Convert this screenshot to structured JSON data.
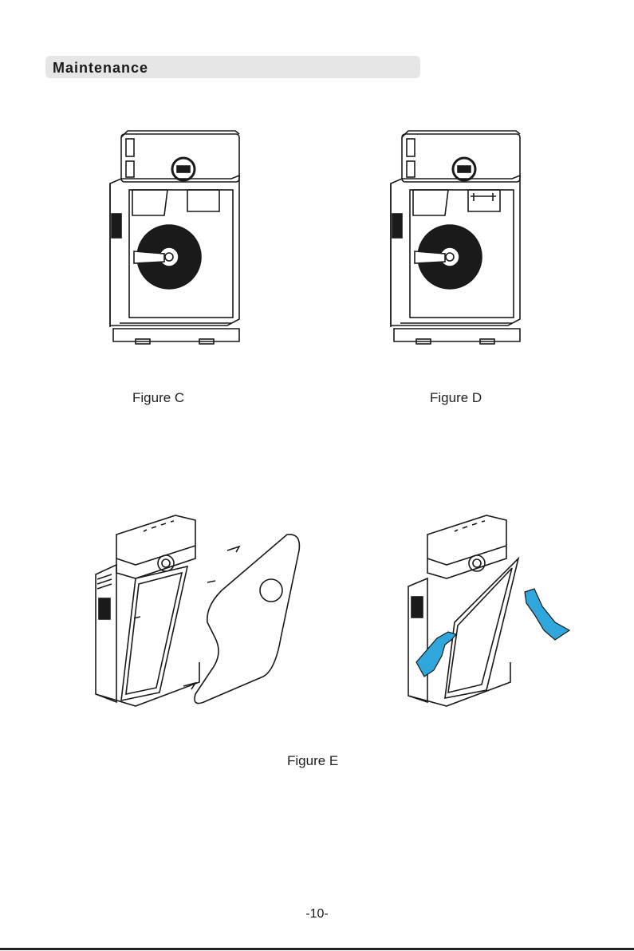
{
  "section": {
    "title": "Maintenance"
  },
  "figures": {
    "c_caption": "Figure C",
    "d_caption": "Figure D",
    "e_caption": "Figure E"
  },
  "footer": {
    "page_number": "-10-"
  },
  "colors": {
    "glove": "#2fa7dc",
    "header_bg": "#e6e6e6",
    "line": "#1a1a1a"
  }
}
